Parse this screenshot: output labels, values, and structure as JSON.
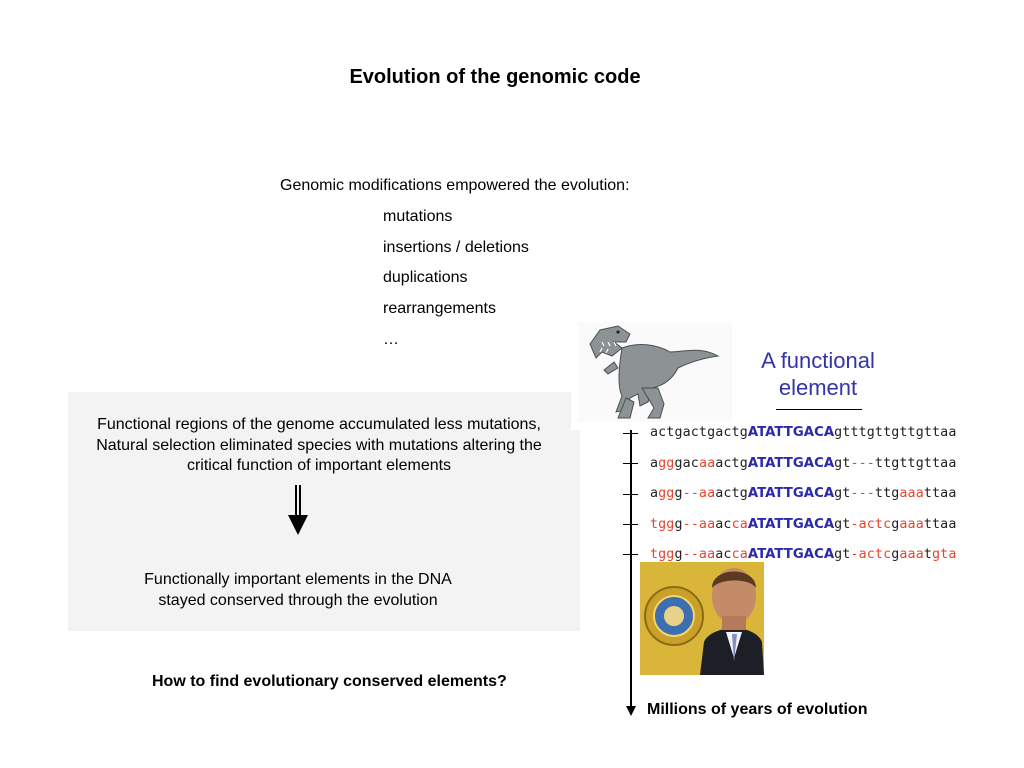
{
  "slide": {
    "title": "Evolution of the genomic code",
    "modifications": {
      "heading": "Genomic modifications empowered the evolution:",
      "items": [
        "mutations",
        "insertions / deletions",
        "duplications",
        "rearrangements",
        "…"
      ]
    },
    "summary_box": {
      "top_lines": [
        "Functional regions of the genome accumulated less mutations,",
        "Natural selection eliminated species with mutations altering the",
        "critical function of important elements"
      ],
      "bottom_lines": [
        "Functionally important elements in the DNA",
        "stayed conserved through the evolution"
      ]
    },
    "question": "How to find evolutionary conserved elements?",
    "functional_element_label": [
      "A functional",
      "element"
    ],
    "timeline_label": "Millions of years of evolution",
    "sequences": [
      [
        [
          "n",
          "actgactgactg"
        ],
        [
          "c",
          "ATATTGACA"
        ],
        [
          "n",
          "gtttgttgttgttaa"
        ]
      ],
      [
        [
          "n",
          "a"
        ],
        [
          "m",
          "gg"
        ],
        [
          "n",
          "gac"
        ],
        [
          "m",
          "aa"
        ],
        [
          "n",
          "actg"
        ],
        [
          "c",
          "ATATTGACA"
        ],
        [
          "n",
          "gt"
        ],
        [
          "m",
          "---"
        ],
        [
          "n",
          "ttgttgttaa"
        ]
      ],
      [
        [
          "n",
          "a"
        ],
        [
          "m",
          "gg"
        ],
        [
          "n",
          "g"
        ],
        [
          "m",
          "--aa"
        ],
        [
          "n",
          "actg"
        ],
        [
          "c",
          "ATATTGACA"
        ],
        [
          "n",
          "gt"
        ],
        [
          "m",
          "---"
        ],
        [
          "n",
          "ttg"
        ],
        [
          "m",
          "aaa"
        ],
        [
          "n",
          "ttaa"
        ]
      ],
      [
        [
          "m",
          "tgg"
        ],
        [
          "n",
          "g"
        ],
        [
          "m",
          "--aa"
        ],
        [
          "n",
          "ac"
        ],
        [
          "m",
          "ca"
        ],
        [
          "c",
          "ATATTGACA"
        ],
        [
          "n",
          "gt"
        ],
        [
          "m",
          "-actc"
        ],
        [
          "n",
          "g"
        ],
        [
          "m",
          "aaa"
        ],
        [
          "n",
          "ttaa"
        ]
      ],
      [
        [
          "m",
          "tgg"
        ],
        [
          "n",
          "g"
        ],
        [
          "m",
          "--aa"
        ],
        [
          "n",
          "ac"
        ],
        [
          "m",
          "ca"
        ],
        [
          "c",
          "ATATTGACA"
        ],
        [
          "n",
          "gt"
        ],
        [
          "m",
          "-actc"
        ],
        [
          "n",
          "g"
        ],
        [
          "m",
          "aaa"
        ],
        [
          "n",
          "t"
        ],
        [
          "m",
          "gta"
        ]
      ]
    ],
    "colors": {
      "mutation": "#e8432c",
      "conserved": "#2a2aaa",
      "label": "#3333aa",
      "box": "#f3f3f3"
    },
    "images": {
      "dinosaur": "dinosaur-illustration",
      "portrait": "governor-portrait-with-state-seal"
    }
  }
}
